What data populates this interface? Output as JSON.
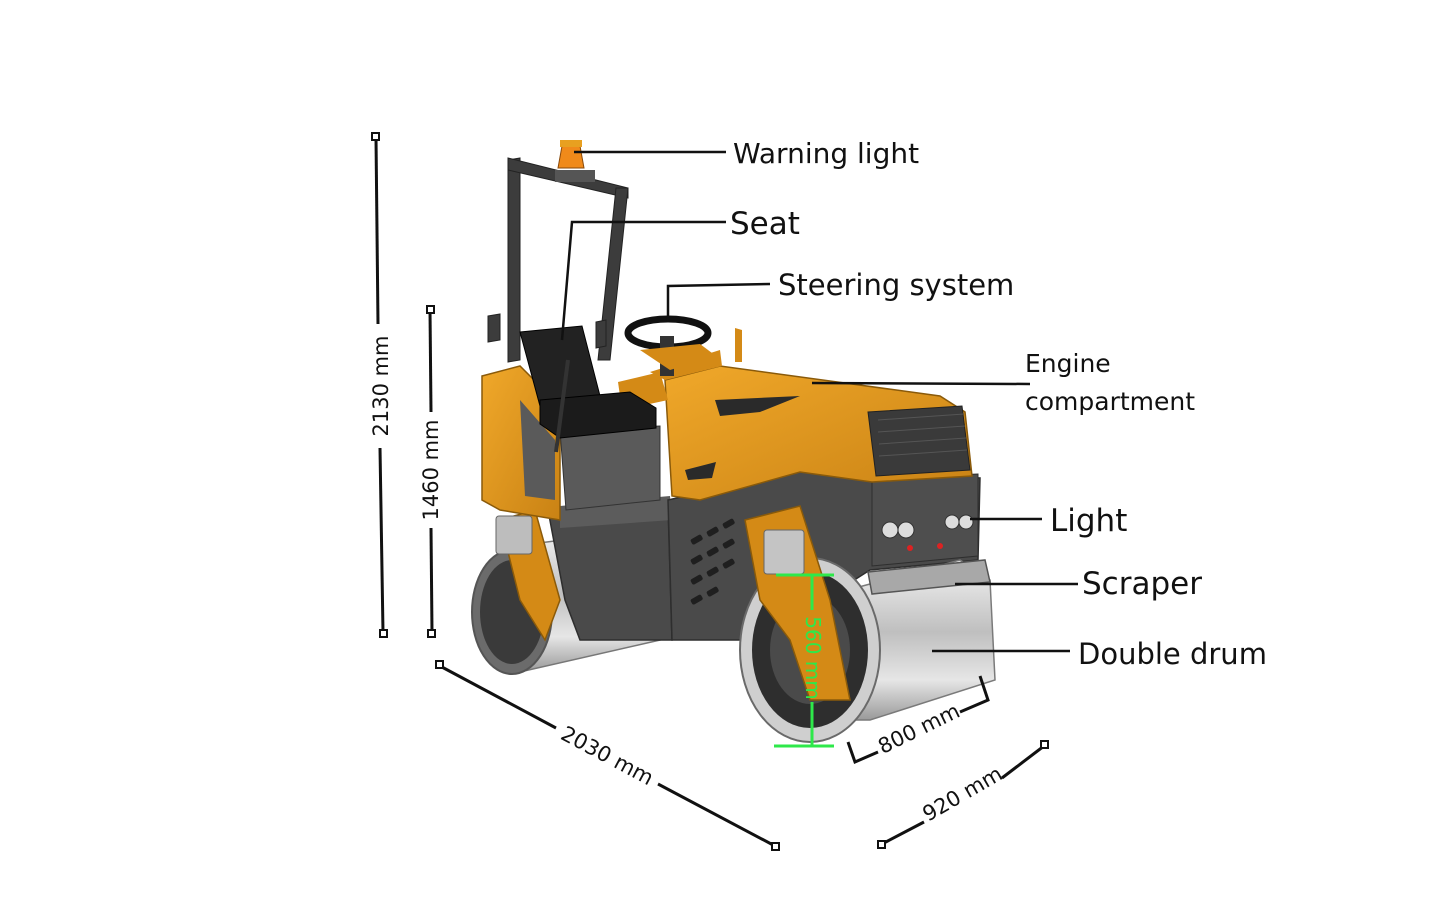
{
  "labels": {
    "warning_light": "Warning light",
    "seat": "Seat",
    "steering_system": "Steering system",
    "engine_line1": "Engine",
    "engine_line2": "compartment",
    "light": "Light",
    "scraper": "Scraper",
    "double_drum": "Double drum"
  },
  "dimensions": {
    "overall_height": "2130 mm",
    "seat_height": "1460 mm",
    "length": "2030 mm",
    "drum_width": "800 mm",
    "overall_width": "920 mm",
    "drum_diameter": "560 mm"
  },
  "colors": {
    "body": "#E49A1C",
    "body_dark": "#B87510",
    "steel": "#D6D6D6",
    "chassis": "#4A4A4A",
    "drum_dimension": "#2EE84A"
  }
}
